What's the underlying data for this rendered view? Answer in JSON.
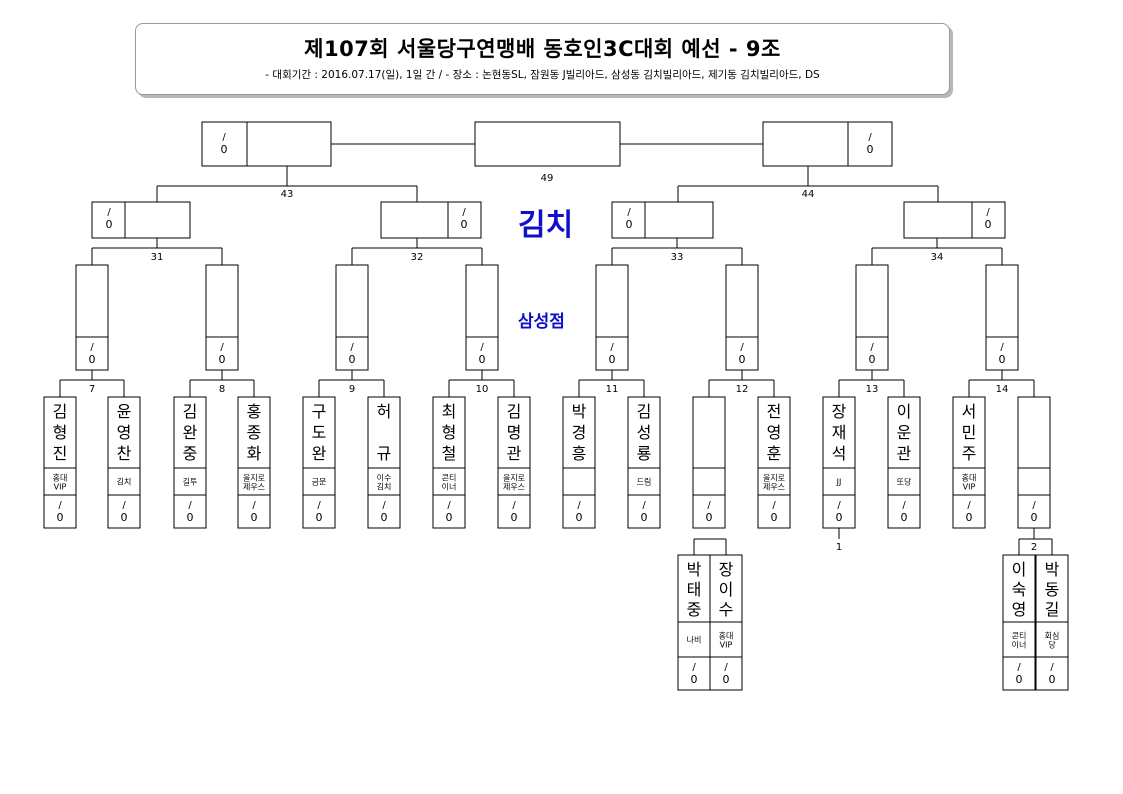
{
  "header": {
    "title": "제107회 서울당구연맹배 동호인3C대회 예선 - 9조",
    "subtitle": "- 대회기간 : 2016.07.17(일), 1일 간 / - 장소 : 논현동SL, 잠원동 J빌리아드, 삼성동 김치빌리아드, 제기동 김치빌리아드, DS"
  },
  "watermark": {
    "line1": "김치",
    "line2": "삼성점"
  },
  "score_label": "/",
  "score_value": "0",
  "match_labels": [
    "1",
    "2",
    "7",
    "8",
    "9",
    "10",
    "11",
    "12",
    "13",
    "14",
    "31",
    "32",
    "33",
    "34",
    "43",
    "44",
    "49"
  ],
  "players": [
    {
      "name": "김형진",
      "club": "홍대VIP"
    },
    {
      "name": "윤영찬",
      "club": "김치"
    },
    {
      "name": "김완중",
      "club": "길투"
    },
    {
      "name": "홍종화",
      "club": "을지로제우스"
    },
    {
      "name": "구도완",
      "club": "금문"
    },
    {
      "name": "허 규",
      "club": "이수김치"
    },
    {
      "name": "최형철",
      "club": "콘티이너"
    },
    {
      "name": "김명관",
      "club": "을지로제우스"
    },
    {
      "name": "박경흥",
      "club": ""
    },
    {
      "name": "김성룡",
      "club": "드림"
    },
    {
      "name": "",
      "club": ""
    },
    {
      "name": "전영훈",
      "club": "을지로제우스"
    },
    {
      "name": "장재석",
      "club": "JJ"
    },
    {
      "name": "이운관",
      "club": "또당"
    },
    {
      "name": "서민주",
      "club": "홍대VIP"
    },
    {
      "name": "",
      "club": ""
    }
  ],
  "prelim_players": [
    {
      "name": "박태중",
      "club": "나비"
    },
    {
      "name": "장이수",
      "club": "홍대VIP"
    },
    {
      "name": "이숙영",
      "club": "콘티이너"
    },
    {
      "name": "박동길",
      "club": "회심당"
    }
  ]
}
